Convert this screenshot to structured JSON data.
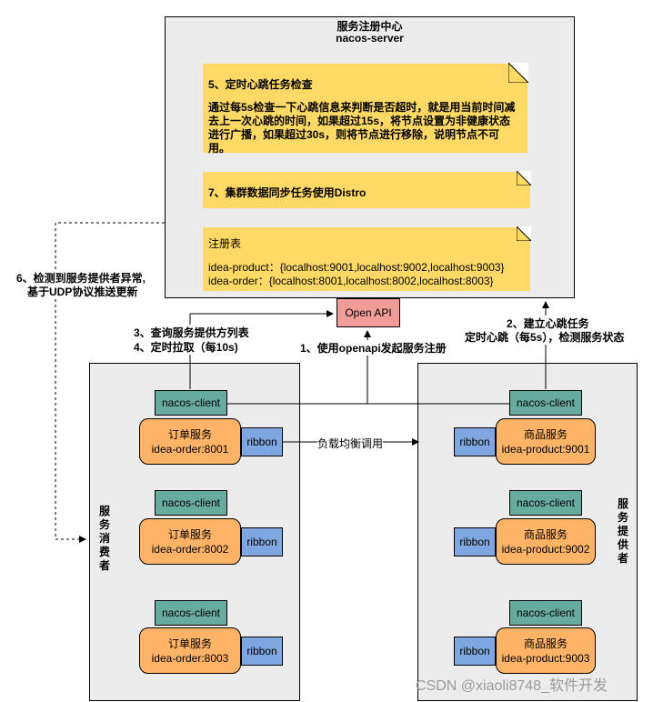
{
  "server": {
    "title": "服务注册中心",
    "subtitle": "nacos-server",
    "notes": {
      "heartbeat_check_title": "5、定时心跳任务检查",
      "heartbeat_check_body": "通过每5s检查一下心跳信息来判断是否超时，就是用当前时间减去上一次心跳的时间，如果超过15s，将节点设置为非健康状态进行广播，如果超过30s，则将节点进行移除，说明节点不可用。",
      "distro": "7、集群数据同步任务使用Distro",
      "registry_title": "注册表",
      "registry_line1": "idea-product：{localhost:9001,localhost:9002,localhost:9003}",
      "registry_line2": "idea-order：{localhost:8001,localhost:8002,localhost:8003}"
    }
  },
  "open_api": {
    "label": "Open API"
  },
  "edge_labels": {
    "register": "1、使用openapi发起服务注册",
    "heartbeat_line1": "2、建立心跳任务",
    "heartbeat_line2": "定时心跳（每5s），检测服务状态",
    "query_line1": "3、查询服务提供方列表",
    "query_line2": "4、定时拉取（每10s)",
    "udp_line1": "6、检测到服务提供者异常,",
    "udp_line2": "基于UDP协议推送更新",
    "load_balance": "负载均衡调用"
  },
  "consumer": {
    "label": "服务消费者",
    "groups": [
      {
        "client": "nacos-client",
        "service_name": "订单服务",
        "service_addr": "idea-order:8001",
        "ribbon": "ribbon"
      },
      {
        "client": "nacos-client",
        "service_name": "订单服务",
        "service_addr": "idea-order:8002",
        "ribbon": "ribbon"
      },
      {
        "client": "nacos-client",
        "service_name": "订单服务",
        "service_addr": "idea-order:8003",
        "ribbon": "ribbon"
      }
    ]
  },
  "provider": {
    "label": "服务提供者",
    "groups": [
      {
        "client": "nacos-client",
        "service_name": "商品服务",
        "service_addr": "idea-product:9001",
        "ribbon": "ribbon"
      },
      {
        "client": "nacos-client",
        "service_name": "商品服务",
        "service_addr": "idea-product:9002",
        "ribbon": "ribbon"
      },
      {
        "client": "nacos-client",
        "service_name": "商品服务",
        "service_addr": "idea-product:9003",
        "ribbon": "ribbon"
      }
    ]
  },
  "watermark": "CSDN @xiaoli8748_软件开发",
  "colors": {
    "panel": "#ececec",
    "note": "#ffd966",
    "open_api": "#f19c99",
    "client": "#67ab9f",
    "service": "#ffb366",
    "ribbon": "#7ea6e0"
  }
}
